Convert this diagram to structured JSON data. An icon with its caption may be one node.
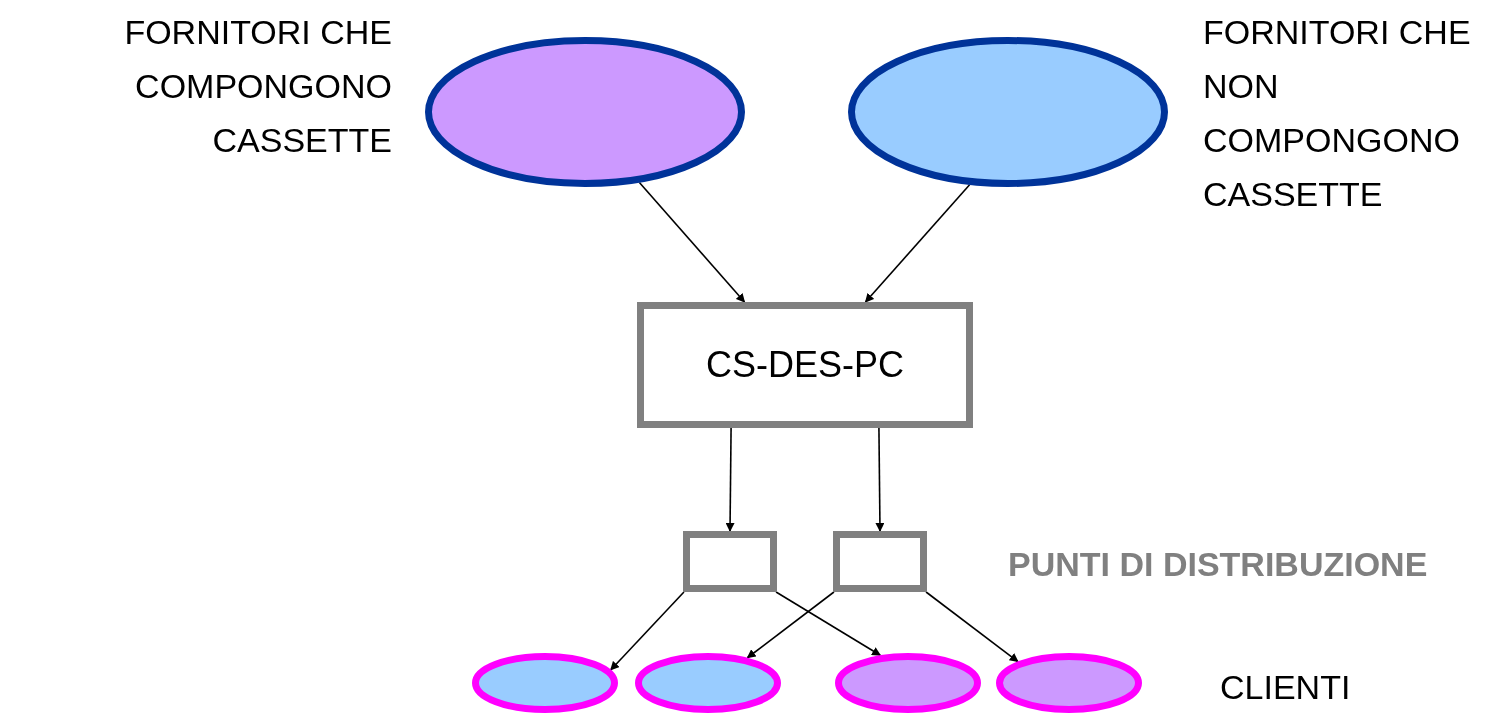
{
  "diagram": {
    "nodes": [
      {
        "text": [],
        "shape": "ellipse",
        "beside": [
          "FORNITORI CHE COMPONGONO CASSETTE"
        ]
      },
      {
        "text": [],
        "shape": "ellipse",
        "beside": [
          "FORNITORI CHE NON COMPONGONO CASSETTE"
        ]
      },
      {
        "text": [
          "CS-DES-PC"
        ]
      },
      {
        "text": [],
        "shape": "box"
      },
      {
        "text": [],
        "shape": "box"
      },
      {
        "text": [],
        "shape": "ellipse"
      },
      {
        "text": [],
        "shape": "ellipse"
      },
      {
        "text": [],
        "shape": "ellipse"
      },
      {
        "text": [],
        "shape": "ellipse"
      }
    ],
    "edges": [
      {
        "from": 0,
        "to": 2,
        "arrow": "to"
      },
      {
        "from": 1,
        "to": 2,
        "arrow": "to"
      },
      {
        "from": 2,
        "to": 3,
        "arrow": "to"
      },
      {
        "from": 2,
        "to": 4,
        "arrow": "to"
      },
      {
        "from": 3,
        "to": 5,
        "arrow": "to"
      },
      {
        "from": 3,
        "to": 7,
        "arrow": "to"
      },
      {
        "from": 4,
        "to": 6,
        "arrow": "to"
      },
      {
        "from": 4,
        "to": 8,
        "arrow": "to"
      }
    ],
    "labels": [
      "PUNTI DI DISTRIBUZIONE",
      "CLIENTI"
    ]
  }
}
